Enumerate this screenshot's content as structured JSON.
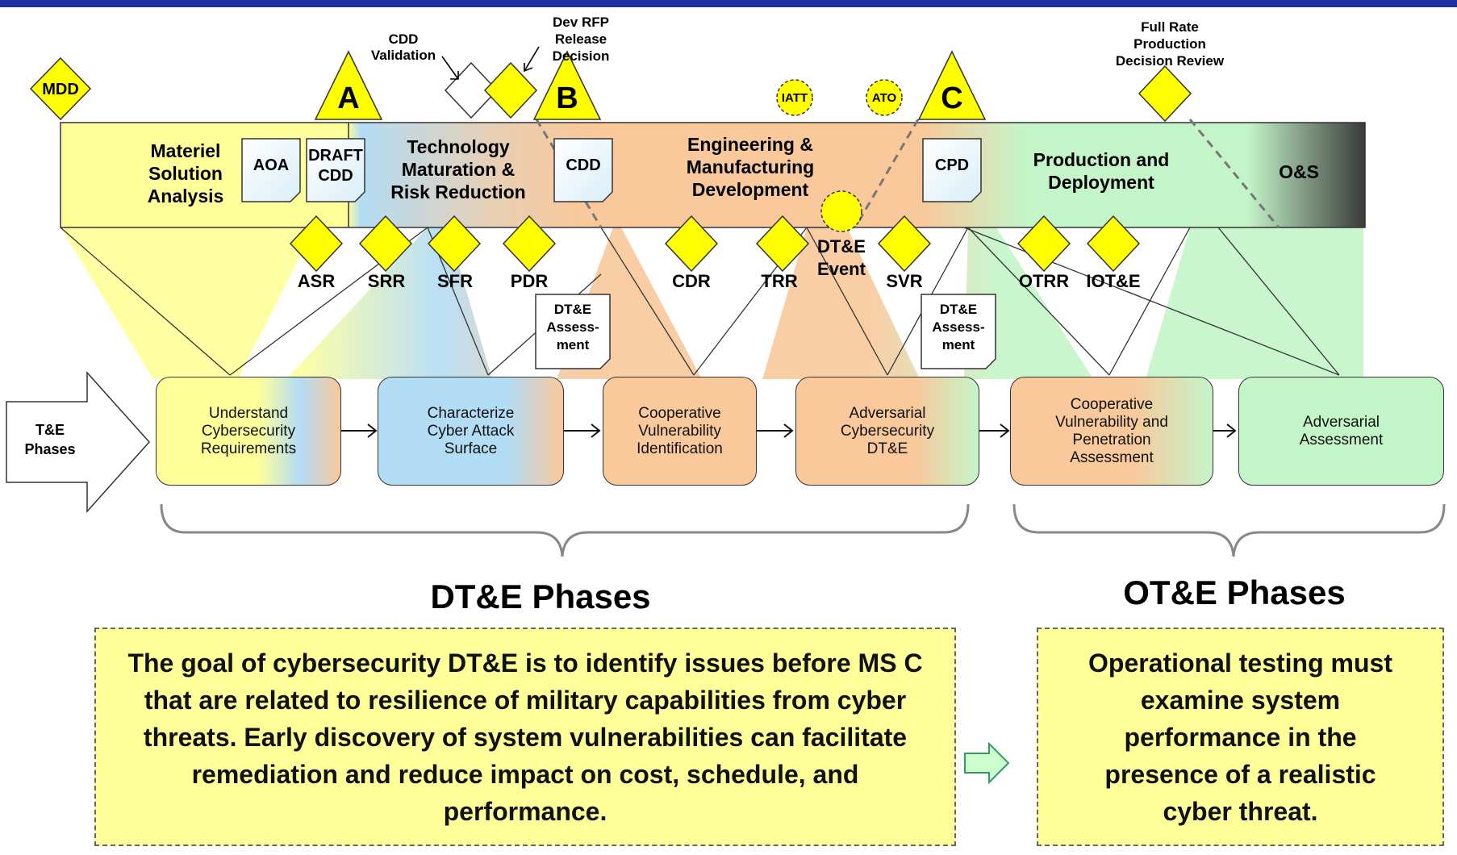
{
  "milestones": {
    "mdd": "MDD",
    "a": "A",
    "b": "B",
    "c": "C",
    "cdd_validation": "CDD\nValidation",
    "dev_rfp": "Dev RFP\nRelease\nDecision",
    "frp": "Full Rate\nProduction\nDecision Review",
    "iatt": "IATT",
    "ato": "ATO"
  },
  "acquisition_phases": {
    "msa": "Materiel\nSolution\nAnalysis",
    "tmrr": "Technology\nMaturation &\nRisk Reduction",
    "emd": "Engineering &\nManufacturing\nDevelopment",
    "pd": "Production and\nDeployment",
    "os": "O&S"
  },
  "documents": {
    "aoa": "AOA",
    "draft_cdd": "DRAFT\nCDD",
    "cdd": "CDD",
    "cpd": "CPD",
    "dte_assessment_1": "DT&E\nAssess-\nment",
    "dte_assessment_2": "DT&E\nAssess-\nment"
  },
  "reviews": {
    "asr": "ASR",
    "srr": "SRR",
    "sfr": "SFR",
    "pdr": "PDR",
    "cdr": "CDR",
    "trr": "TRR",
    "dte_event": "DT&E\nEvent",
    "svr": "SVR",
    "otrr": "OTRR",
    "iote": "IOT&E"
  },
  "te_phases_label": "T&E\nPhases",
  "te_phases": [
    "Understand\nCybersecurity\nRequirements",
    "Characterize\nCyber Attack\nSurface",
    "Cooperative\nVulnerability\nIdentification",
    "Adversarial\nCybersecurity\nDT&E",
    "Cooperative\nVulnerability and\nPenetration\nAssessment",
    "Adversarial\nAssessment"
  ],
  "dte_title": "DT&E Phases",
  "ote_title": "OT&E Phases",
  "dte_goal": "The goal of cybersecurity DT&E is to identify issues before MS C that are related to resilience of military capabilities from cyber threats.  Early discovery of system vulnerabilities can facilitate remediation and reduce impact on cost, schedule, and performance.",
  "ote_goal": "Operational testing must examine system performance in the presence of a realistic cyber threat.",
  "colors": {
    "header_bar": "#1f2f9f",
    "yellow": "#ffff00",
    "msa_fill": "#ffff99",
    "tmrr_fill": "#b3dcf5",
    "emd_fill": "#f9c89b",
    "pd_fill": "#c4f5c9",
    "goal_fill": "#ffff99"
  }
}
